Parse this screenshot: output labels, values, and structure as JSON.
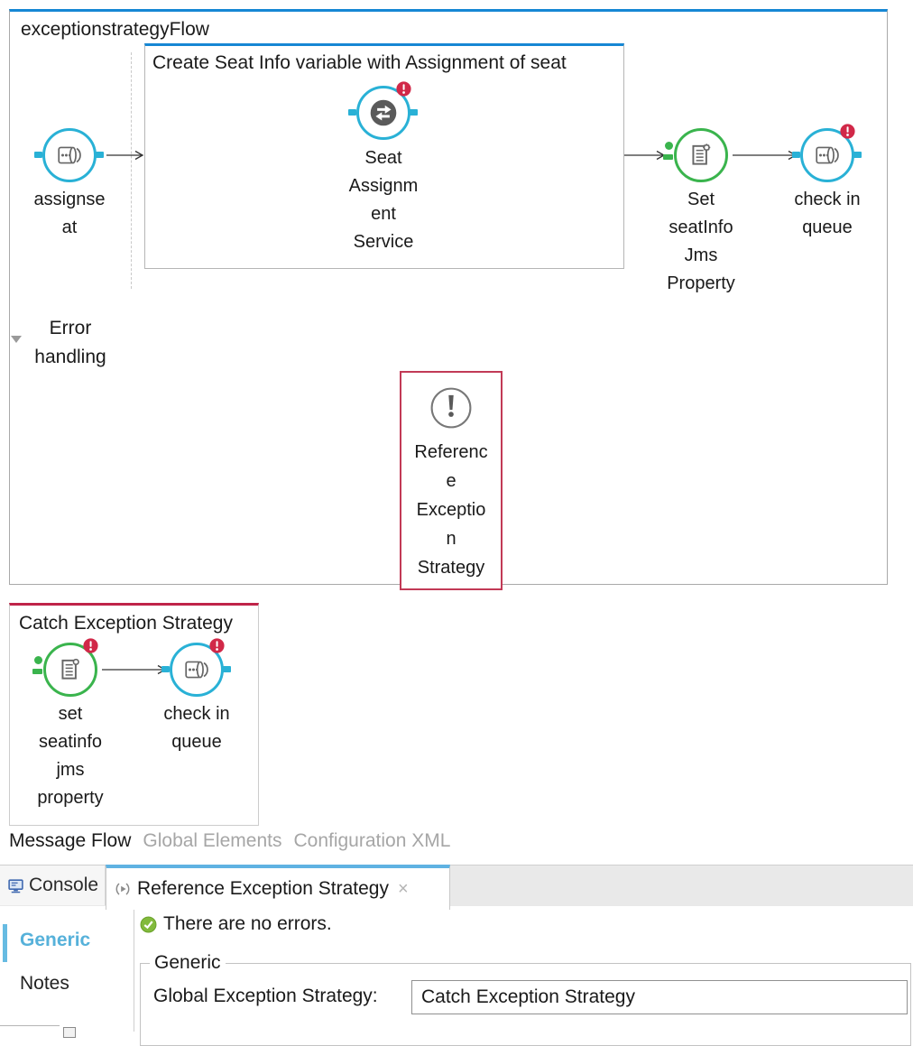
{
  "canvas": {
    "flow_title": "exceptionstrategyFlow",
    "scope_title": "Create Seat Info variable with Assignment of seat",
    "error_handling": "Error\nhandling",
    "node_assignseat": "assignse\nat",
    "node_seat_assignment": "Seat\nAssignm\nent\nService",
    "node_set_seatinfo": "Set\nseatInfo\nJms\nProperty",
    "node_check_in_queue": "check in\nqueue",
    "node_reference_exception": "Referenc\ne\nExceptio\nn\nStrategy",
    "catch": {
      "title": "Catch Exception Strategy",
      "node_set_seatinfo": "set\nseatinfo\njms\nproperty",
      "node_check_in_queue": "check in\nqueue"
    }
  },
  "editor_tabs": {
    "message_flow": "Message Flow",
    "global_elements": "Global Elements",
    "configuration_xml": "Configuration XML"
  },
  "panel": {
    "console_tab": "Console",
    "properties_tab": "Reference Exception Strategy",
    "close_glyph": "×",
    "sidebar_generic": "Generic",
    "sidebar_notes": "Notes",
    "status": "There are no errors.",
    "group_title": "Generic",
    "field_label": "Global Exception Strategy:",
    "field_value": "Catch Exception Strategy"
  },
  "colors": {
    "accent_blue": "#1687d4",
    "tab_blue": "#5fb2e2",
    "cyan_endpoint": "#29b1d6",
    "green_transformer": "#3ab44d",
    "error_badge_red": "#d12848",
    "selection_red": "#c23a56",
    "catch_border_red": "#bf2449",
    "generic_link_blue": "#56b1da"
  }
}
